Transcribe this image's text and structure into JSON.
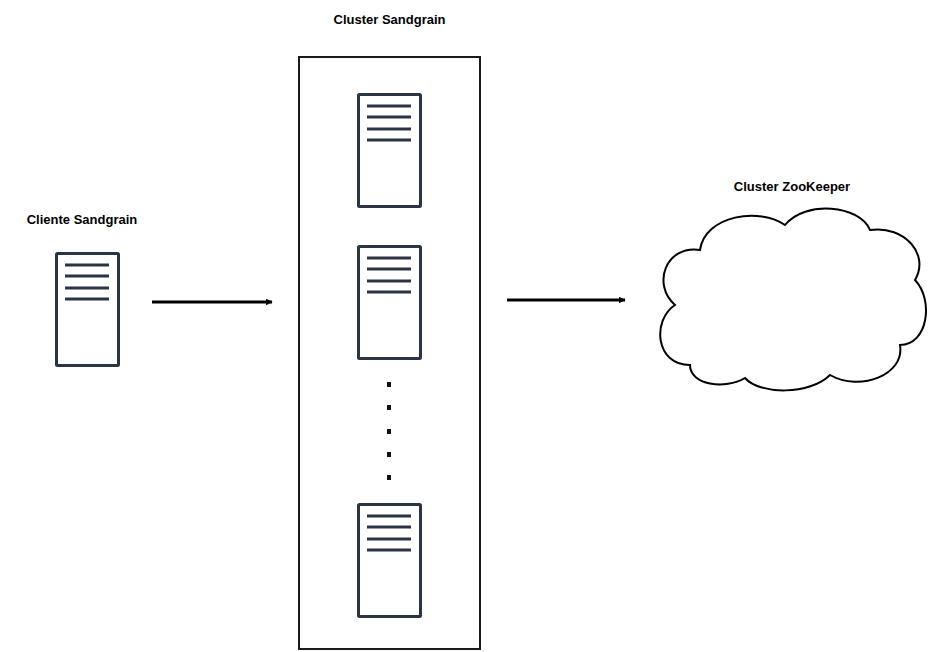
{
  "diagram": {
    "nodes": [
      {
        "text": [
          "Cliente Sandgrain"
        ]
      },
      {
        "text": [
          "Cluster Sandgrain"
        ]
      },
      {
        "text": [
          "Cluster ZooKeeper"
        ]
      }
    ],
    "edges": [
      {
        "from": 0,
        "to": 1,
        "arrow": "to"
      },
      {
        "from": 1,
        "to": 2,
        "arrow": "to"
      }
    ]
  }
}
